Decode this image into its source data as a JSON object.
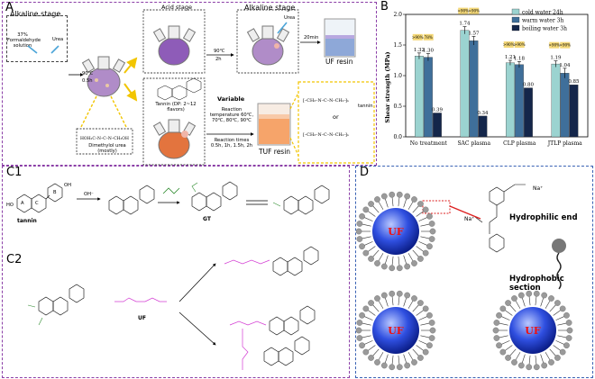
{
  "panel_a": {
    "label": "A",
    "alkaline_stage_1": "Alkaline stage",
    "formaldehyde": "37% Formaldehyde solution",
    "urea_1": "Urea",
    "cond_1": [
      "90℃",
      "0.5h"
    ],
    "dimethylol": "Dimethylol urea (mostly)",
    "acid_stage": "Acid stage",
    "cond_2": [
      "90℃",
      "2h"
    ],
    "alkaline_stage_2": "Alkaline stage",
    "urea_2": "Urea",
    "cond_3": "20min",
    "uf_resin": "UF resin",
    "tannin_note": "Tannin (DP: 2~12 flavors)",
    "variable": "Variable",
    "reaction_temp": "Reaction temperature 60℃, 70℃, 80℃, 90℃",
    "reaction_times": "Reaction times 0.5h, 1h, 1.5h, 2h",
    "tuf_resin": "TUF resin",
    "or": "or",
    "tannin_word": "tannin"
  },
  "chart_data": {
    "type": "bar",
    "label": "B",
    "ylabel": "Shear strength (MPa)",
    "ylim": [
      0.0,
      2.0
    ],
    "yticks": [
      "0.0",
      "0.5",
      "1.0",
      "1.5",
      "2.0"
    ],
    "categories": [
      "No treatment",
      "SAC plasma",
      "CLP plasma",
      "JTLP plasma"
    ],
    "series": [
      {
        "name": "cold water 24h",
        "color": "#9bd3d0",
        "values": [
          1.32,
          1.74,
          1.21,
          1.19
        ],
        "errors": [
          0.05,
          0.06,
          0.04,
          0.05
        ]
      },
      {
        "name": "warm water 3h",
        "color": "#3f6f9a",
        "values": [
          1.3,
          1.57,
          1.18,
          1.04
        ],
        "errors": [
          0.06,
          0.07,
          0.05,
          0.08
        ]
      },
      {
        "name": "boiling water 3h",
        "color": "#14264a",
        "values": [
          0.39,
          0.34,
          0.8,
          0.85
        ],
        "errors": [
          0.0,
          0.0,
          0.0,
          0.0
        ]
      }
    ],
    "annotations": [
      {
        "category": "No treatment",
        "labels": [
          ">90%",
          "78%"
        ]
      },
      {
        "category": "SAC plasma",
        "labels": [
          ">90%",
          ">90%"
        ]
      },
      {
        "category": "CLP plasma",
        "labels": [
          ">90%",
          ">90%"
        ]
      },
      {
        "category": "JTLP plasma",
        "labels": [
          ">90%",
          ">90%"
        ]
      }
    ],
    "legend_position": "top-right",
    "grid": false
  },
  "panel_c": {
    "label_c1": "C1",
    "label_c2": "C2",
    "tannin": "tannin",
    "oh_minus": "OH⁻",
    "gt": "GT",
    "uf": "UF",
    "ring_a": "A",
    "ring_c": "C",
    "ring_b": "B",
    "oh": "OH",
    "ho": "HO"
  },
  "panel_d": {
    "label": "D",
    "uf": "UF",
    "na_plus_1": "Na⁺",
    "na_plus_2": "Na⁺",
    "hydrophilic": "Hydrophilic end",
    "hydrophobic": "Hydrophobic section"
  }
}
